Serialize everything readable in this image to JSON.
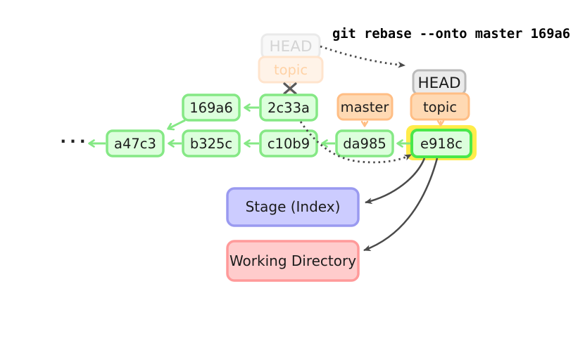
{
  "command": {
    "text": "git rebase --onto master 169a6"
  },
  "refs": {
    "old_head": {
      "label": "HEAD"
    },
    "old_branch": {
      "label": "topic"
    },
    "head": {
      "label": "HEAD"
    },
    "branch": {
      "label": "topic"
    },
    "master": {
      "label": "master"
    }
  },
  "commits": {
    "c169a6": {
      "label": "169a6"
    },
    "c2c33a": {
      "label": "2c33a"
    },
    "ca47c3": {
      "label": "a47c3"
    },
    "cb325c": {
      "label": "b325c"
    },
    "cc10b9": {
      "label": "c10b9"
    },
    "cda985": {
      "label": "da985"
    },
    "ce918c": {
      "label": "e918c"
    }
  },
  "graph": {
    "history_ellipsis": "···"
  },
  "areas": {
    "stage": {
      "label": "Stage (Index)"
    },
    "working_directory": {
      "label": "Working Directory"
    }
  },
  "colors": {
    "commit_fill": "#dcffdc",
    "commit_border": "#85e885",
    "current_commit_border": "#4ae84a",
    "highlight_yellow": "#ffec4a",
    "branch_fill": "#ffd9b3",
    "branch_border": "#ffbe85",
    "head_fill": "#ebebeb",
    "head_border": "#bababa",
    "ghost_head_fill": "#f8f8f8",
    "ghost_branch_fill": "#fff3e8",
    "stage_fill": "#ccccff",
    "stage_border": "#9a9af0",
    "working_directory_fill": "#ffcccc",
    "working_directory_border": "#ff9a9a",
    "arrow_dark": "#4a4a4a",
    "arrow_green": "#85e885",
    "arrow_orange": "#ffbe85"
  }
}
